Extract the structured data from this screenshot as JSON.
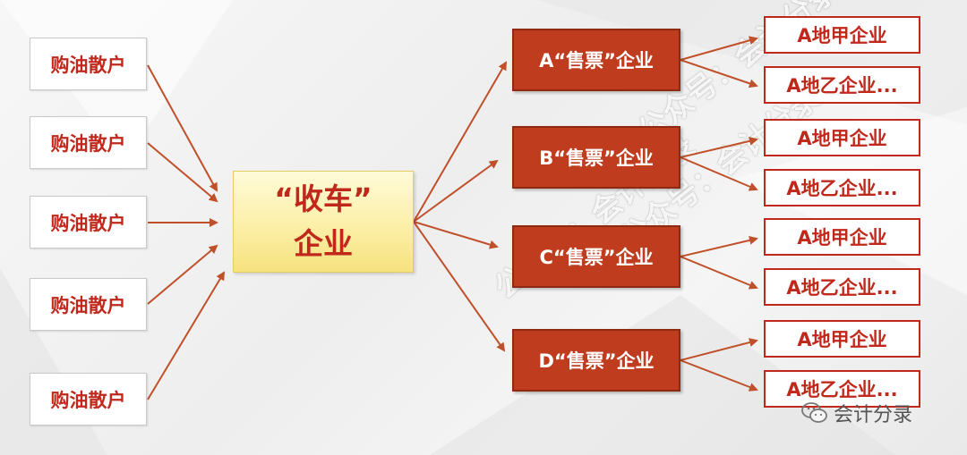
{
  "buyers": [
    {
      "label": "购油散户"
    },
    {
      "label": "购油散户"
    },
    {
      "label": "购油散户"
    },
    {
      "label": "购油散户"
    },
    {
      "label": "购油散户"
    }
  ],
  "center": {
    "line1": "“收车”",
    "line2": "企业"
  },
  "sellers": [
    {
      "label": "A“售票”企业",
      "subs": [
        "A地甲企业",
        "A地乙企业..."
      ]
    },
    {
      "label": "B“售票”企业",
      "subs": [
        "A地甲企业",
        "A地乙企业..."
      ]
    },
    {
      "label": "C“售票”企业",
      "subs": [
        "A地甲企业",
        "A地乙企业..."
      ]
    },
    {
      "label": "D“售票”企业",
      "subs": [
        "A地甲企业",
        "A地乙企业..."
      ]
    }
  ],
  "watermark": {
    "text": "公众号：会计分录"
  },
  "logo": {
    "icon": "wechat-icon",
    "text": "会计分录"
  },
  "colors": {
    "arrow": "#c0502a",
    "seller_fill": "#bf3c1f",
    "accent_text": "#c0281c",
    "center_fill": "#fbeea3"
  }
}
